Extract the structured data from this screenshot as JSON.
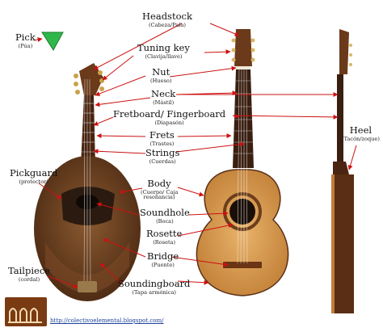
{
  "parts": {
    "pick": {
      "main": "Pick",
      "sub": "(Púa)"
    },
    "headstock": {
      "main": "Headstock",
      "sub": "(Cabeza/Pala)"
    },
    "tuning_key": {
      "main": "Tuning key",
      "sub": "(Clavija/llave)"
    },
    "nut": {
      "main": "Nut",
      "sub": "(Hueso)"
    },
    "neck": {
      "main": "Neck",
      "sub": "(Mástil)"
    },
    "fretboard": {
      "main": "Fretboard/ Fingerboard",
      "sub": "(Diapasón)"
    },
    "frets": {
      "main": "Frets",
      "sub": "(Trastes)"
    },
    "strings": {
      "main": "Strings",
      "sub": "(Cuerdas)"
    },
    "body": {
      "main": "Body",
      "sub": "(Cuerpo/ Caja resonancia)"
    },
    "soundhole": {
      "main": "Soundhole",
      "sub": "(Boca)"
    },
    "rosette": {
      "main": "Rosette",
      "sub": "(Roseta)"
    },
    "bridge": {
      "main": "Bridge",
      "sub": "(Puente)"
    },
    "soundingboard": {
      "main": "Soundingboard",
      "sub": "(Tapa armónica)"
    },
    "pickguard": {
      "main": "Pickguard",
      "sub": "(protector)"
    },
    "tailpiece": {
      "main": "Tailpiece",
      "sub": "(cordal)"
    },
    "heel": {
      "main": "Heel",
      "sub": "(Tacón/zoque)"
    }
  },
  "footer": {
    "url": "http://colectivoelemental.blogspot.com/"
  },
  "colors": {
    "arrow": "#cc1111",
    "wood_light": "#d6a35e",
    "wood_dark": "#5a2e14",
    "pick": "#2fb84a"
  }
}
